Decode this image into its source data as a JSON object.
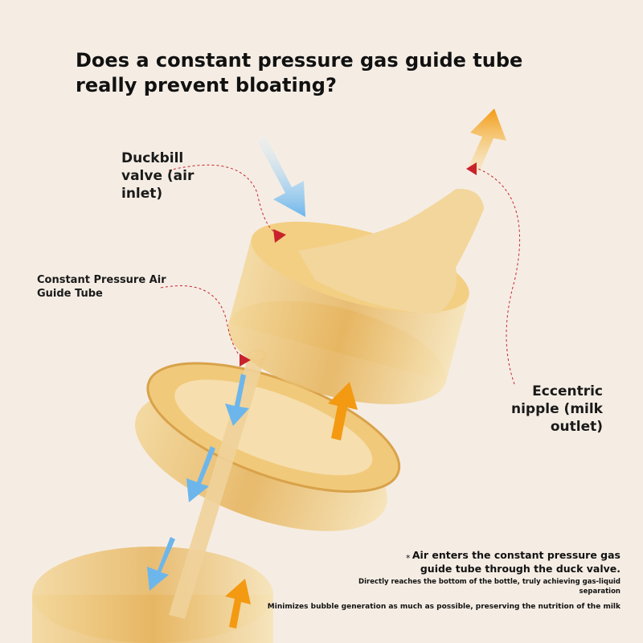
{
  "title": "Does a constant pressure gas guide tube really prevent bloating?",
  "labels": {
    "duckbill": "Duckbill valve (air inlet)",
    "tube": "Constant Pressure Air Guide Tube",
    "nipple": "Eccentric nipple (milk outlet)"
  },
  "notes": {
    "star": "*",
    "line1": "Air enters the constant pressure gas guide tube through the duck valve.",
    "line2": "Directly reaches the bottom of the bottle, truly achieving gas-liquid separation",
    "line3": "Minimizes bubble generation as much as possible, preserving the nutrition of the milk"
  },
  "colors": {
    "background": "#f5ede4",
    "amber": "#e8b75a",
    "arrow_blue": "#7cc0ee",
    "arrow_orange": "#f5a21c",
    "marker_red": "#c8232c"
  }
}
